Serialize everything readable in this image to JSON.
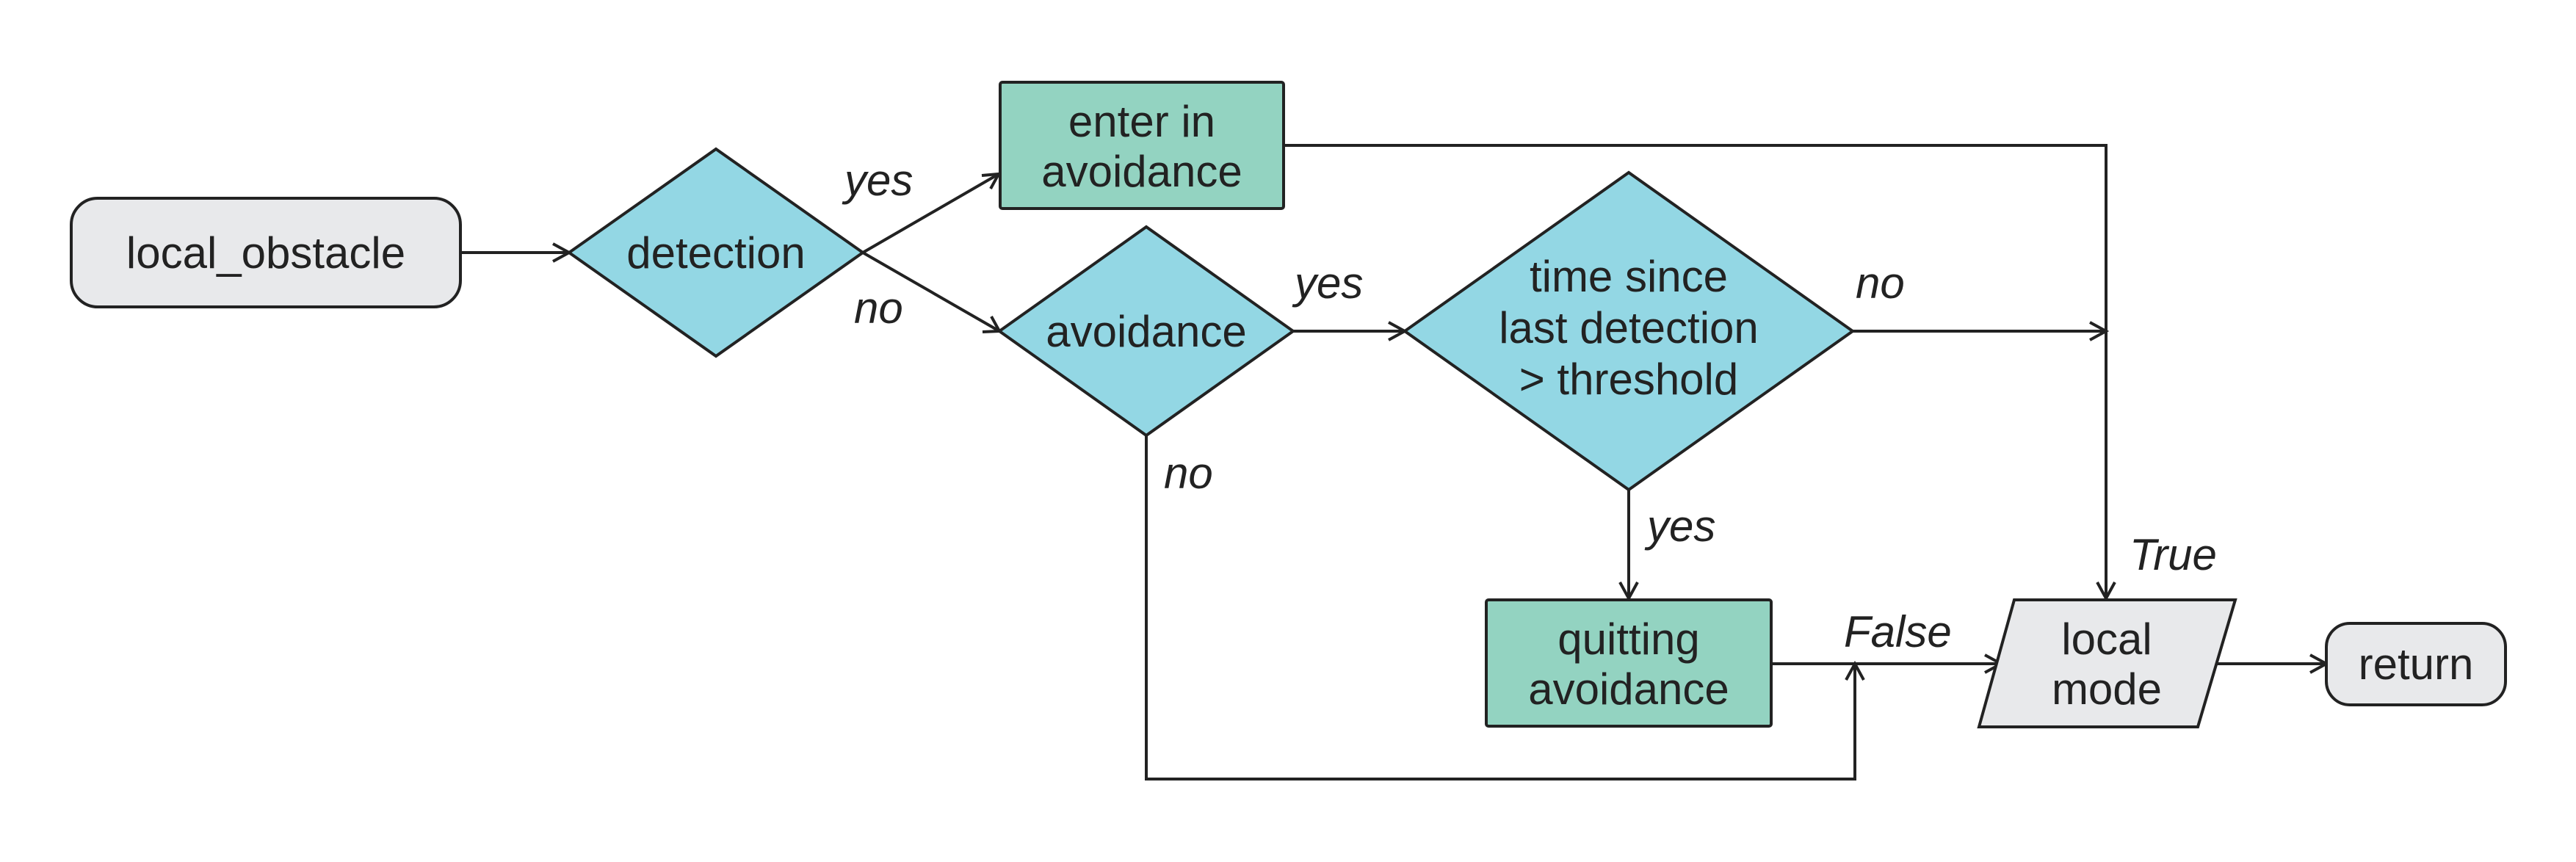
{
  "nodes": {
    "local_obstacle": "local_obstacle",
    "detection": "detection",
    "enter_avoidance": [
      "enter in",
      "avoidance"
    ],
    "avoidance": "avoidance",
    "time_since": [
      "time since",
      "last detection",
      "> threshold"
    ],
    "quitting_avoidance": [
      "quitting",
      "avoidance"
    ],
    "local_mode": [
      "local",
      "mode"
    ],
    "return": "return"
  },
  "edges": {
    "detection_yes": "yes",
    "detection_no": "no",
    "avoidance_yes": "yes",
    "avoidance_no": "no",
    "time_no": "no",
    "time_yes": "yes",
    "true_label": "True",
    "false_label": "False"
  },
  "colors": {
    "terminal": "#e8e9eb",
    "decision": "#93d7e4",
    "process": "#93d3c1",
    "line": "#222222"
  }
}
